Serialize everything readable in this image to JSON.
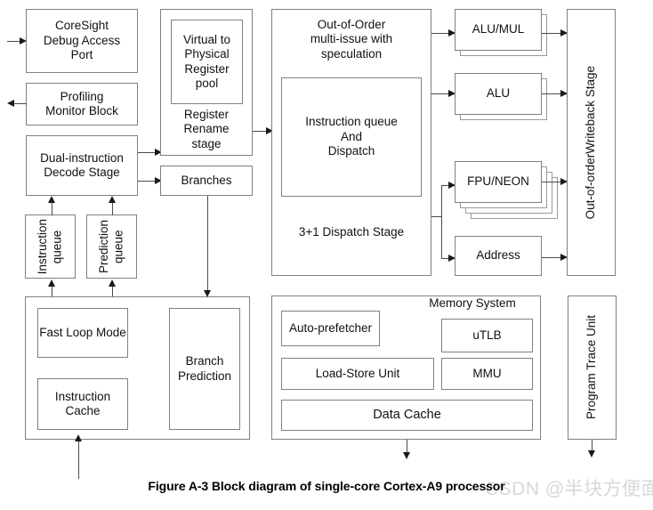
{
  "figure": {
    "caption": "Figure A-3 Block diagram of single-core Cortex-A9 processor",
    "watermark": "CSDN @半块方便面"
  },
  "blocks": {
    "coresight_debug_access_port": "CoreSight\nDebug Access\nPort",
    "profiling_monitor_block": "Profiling\nMonitor Block",
    "dual_instruction_decode_stage": "Dual-instruction\nDecode Stage",
    "instruction_queue_small": "Instruction\nqueue",
    "prediction_queue_small": "Prediction\nqueue",
    "virtual_to_physical_register_pool": "Virtual to\nPhysical\nRegister\npool",
    "register_rename_stage": "Register\nRename\nstage",
    "branches": "Branches",
    "fast_loop_mode": "Fast Loop Mode",
    "instruction_cache": "Instruction\nCache",
    "branch_prediction": "Branch\nPrediction",
    "out_of_order_header": "Out-of-Order\nmulti-issue with\nspeculation",
    "instruction_queue_and_dispatch": "Instruction queue\nAnd\nDispatch",
    "dispatch_stage_footer": "3+1 Dispatch Stage",
    "alu_mul": "ALU/MUL",
    "alu": "ALU",
    "fpu_neon": "FPU/NEON",
    "address": "Address",
    "writeback_stage": "Out-of-orderWriteback Stage",
    "memory_system_label": "Memory System",
    "auto_prefetcher": "Auto-prefetcher",
    "utlb": "uTLB",
    "load_store_unit": "Load-Store Unit",
    "mmu": "MMU",
    "data_cache": "Data Cache",
    "program_trace_unit": "Program Trace Unit"
  },
  "colors": {
    "box_border": "#808080",
    "line": "#4a4a4a",
    "arrow": "#1a1a1a",
    "text": "#111111",
    "background": "#ffffff",
    "watermark": "#d8d8d8"
  }
}
